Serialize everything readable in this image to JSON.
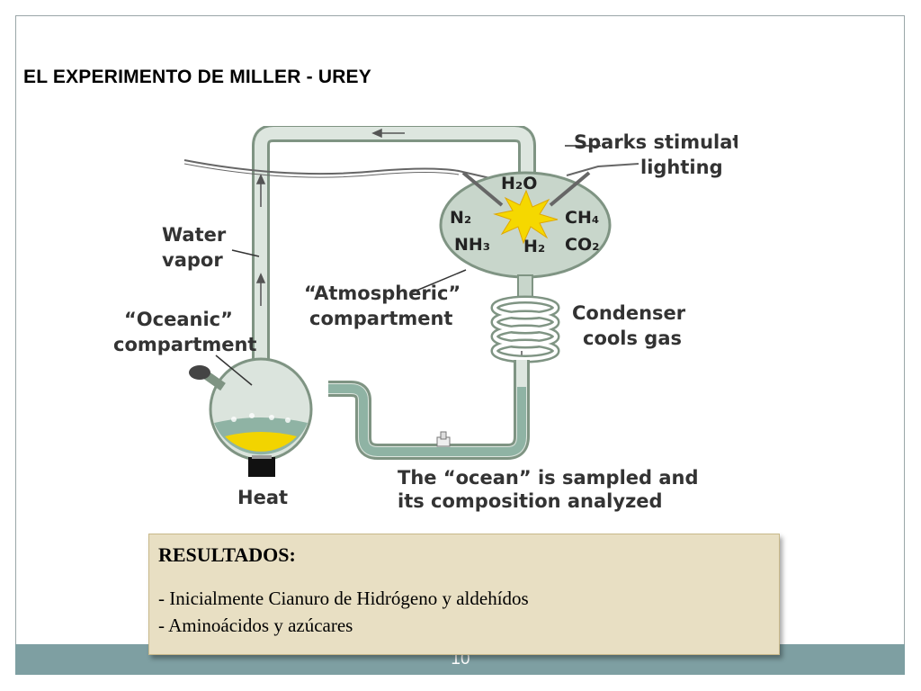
{
  "slide": {
    "title": "EL EXPERIMENTO DE MILLER - UREY",
    "page_number": "10"
  },
  "diagram": {
    "labels": {
      "sparks_1": "Sparks stimulate",
      "sparks_2": "lighting",
      "water_1": "Water",
      "water_2": "vapor",
      "oceanic_1": "“Oceanic”",
      "oceanic_2": "compartment",
      "atmos_1": "“Atmospheric”",
      "atmos_2": "compartment",
      "condenser_1": "Condenser",
      "condenser_2": "cools gas",
      "sampled_1": "The “ocean” is sampled and",
      "sampled_2": "its composition analyzed",
      "heat": "Heat"
    },
    "gases": {
      "h2o": "H₂O",
      "n2": "N₂",
      "ch4": "CH₄",
      "nh3": "NH₃",
      "h2": "H₂",
      "co2": "CO₂"
    },
    "colors": {
      "glass_fill": "#c8d6cb",
      "glass_stroke": "#7f9483",
      "water": "#8fb3a4",
      "spark": "#f5d800",
      "heat_liquid": "#f2d400"
    }
  },
  "results": {
    "heading": "RESULTADOS:",
    "items": [
      "- Inicialmente Cianuro de Hidrógeno y aldehídos",
      "- Aminoácidos y azúcares"
    ]
  }
}
